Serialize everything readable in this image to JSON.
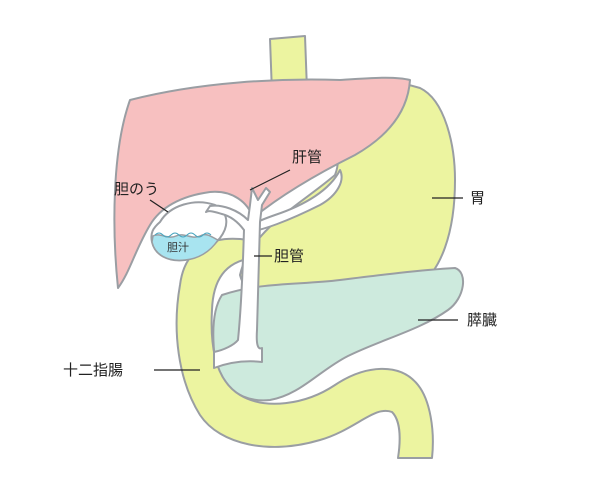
{
  "labels": {
    "gallbladder": "胆のう",
    "bile": "胆汁",
    "hepatic_duct": "肝管",
    "bile_duct": "胆管",
    "stomach": "胃",
    "pancreas": "膵臓",
    "duodenum": "十二指腸"
  },
  "colors": {
    "liver": "#f7c0c0",
    "stomach": "#ecf4a0",
    "pancreas": "#cdeadd",
    "duodenum": "#ecf4a0",
    "bile": "#a8e4f0",
    "duct": "#ffffff",
    "outline": "#9a9ea3"
  }
}
